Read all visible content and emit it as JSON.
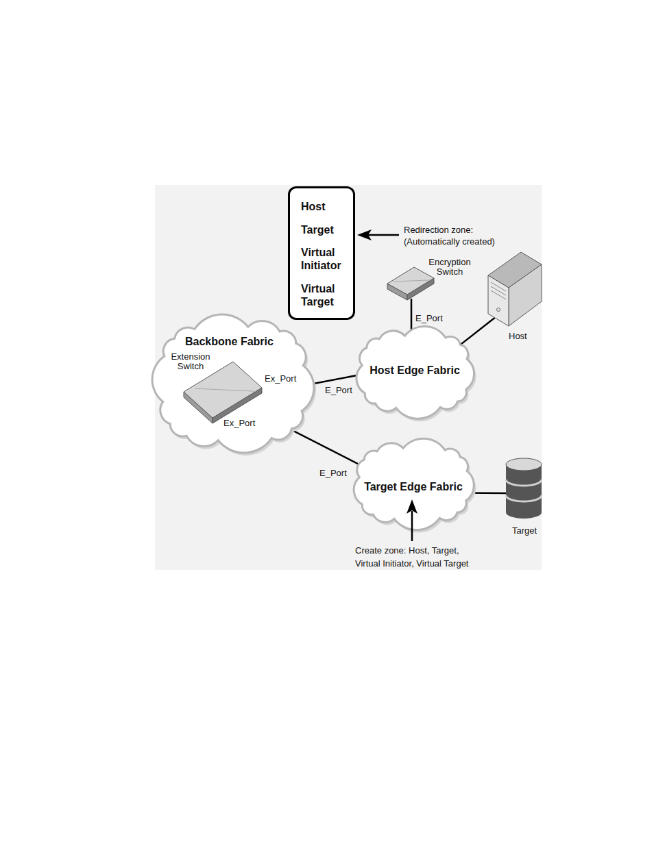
{
  "diagram": {
    "nodes": [
      {
        "text": [
          "Host",
          "Target",
          "Virtual Initiator",
          "Virtual Target"
        ]
      },
      {
        "text": [
          "Backbone Fabric"
        ]
      },
      {
        "text": [
          "Extension Switch"
        ],
        "in": 1
      },
      {
        "text": [
          "Encryption Switch"
        ]
      },
      {
        "text": [
          "Host Edge Fabric"
        ]
      },
      {
        "text": [
          "Host"
        ]
      },
      {
        "text": [
          "Target Edge Fabric"
        ]
      },
      {
        "text": [
          "Target"
        ]
      }
    ],
    "edges": [
      {
        "from": 2,
        "to": 4,
        "arrow": "none"
      },
      {
        "from": 2,
        "to": 6,
        "arrow": "none"
      },
      {
        "from": 3,
        "to": 4,
        "arrow": "none"
      },
      {
        "from": 4,
        "to": 5,
        "arrow": "none"
      },
      {
        "from": 6,
        "to": 7,
        "arrow": "none"
      }
    ],
    "labels": [
      "Redirection zone: (Automatically created)",
      "E_Port",
      "Ex_Port",
      "E_Port",
      "Ex_Port",
      "E_Port",
      "Create zone: Host, Target, Virtual Initiator, Virtual Target"
    ]
  }
}
